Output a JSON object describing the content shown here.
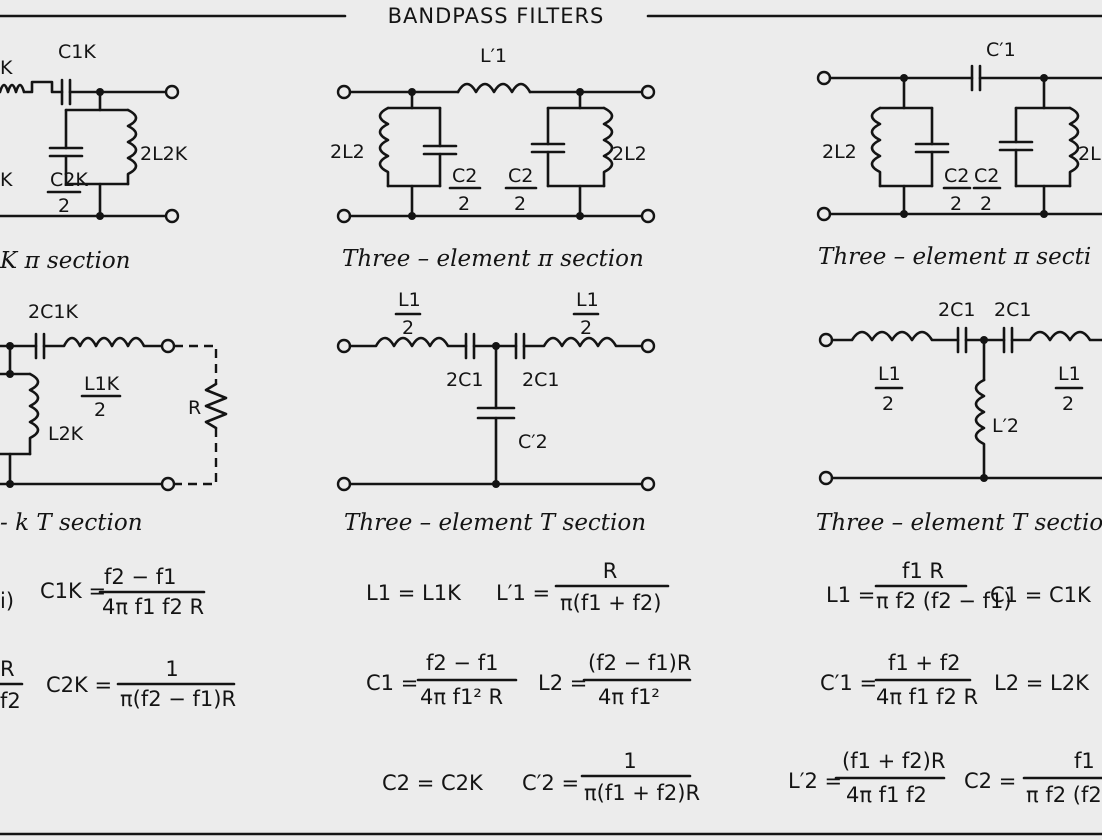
{
  "title": "BANDPASS FILTERS",
  "col1": {
    "pi_caption": "K π section",
    "pi_labels": {
      "c1": "C1K",
      "l1": "K",
      "c2": "C2K",
      "two": "2",
      "k": "K",
      "l2": "2L2K"
    },
    "t_caption": "- k  T section",
    "t_labels": {
      "c1": "2C1K",
      "l1": "L1K",
      "two": "2",
      "l2": "L2K",
      "r": "R"
    },
    "eq1_left": "i)",
    "eq1_lhs": "C1K =",
    "eq1_num": "f2 − f1",
    "eq1_den": "4π f1 f2 R",
    "eq2_left_top": "R",
    "eq2_left_bot": "f2",
    "eq2_lhs": "C2K =",
    "eq2_num": "1",
    "eq2_den": "π(f2 − f1)R"
  },
  "col2": {
    "pi_caption": "Three – element π section",
    "pi_labels": {
      "l1": "L′1",
      "l2": "2L2",
      "c2": "C2",
      "two": "2",
      "l2r": "2L2"
    },
    "t_caption": "Three – element T section",
    "t_labels": {
      "l1": "L1",
      "two": "2",
      "c1": "2C1",
      "c2": "C′2"
    },
    "eq1_a": "L1 = L1K",
    "eq1_lhs": "L′1 =",
    "eq1_num": "R",
    "eq1_den": "π(f1 + f2)",
    "eq2_lhs": "C1 =",
    "eq2_num": "f2 − f1",
    "eq2_den": "4π f1² R",
    "eq2_lhs2": "L2 =",
    "eq2_num2": "(f2 − f1)R",
    "eq2_den2": "4π f1²",
    "eq3_lhs": "C2 = C2K",
    "eq3_lhs2": "C′2 =",
    "eq3_num": "1",
    "eq3_den": "π(f1 + f2)R"
  },
  "col3": {
    "pi_caption": "Three – element π secti",
    "pi_labels": {
      "c1": "C′1",
      "l2": "2L2",
      "c2": "C2",
      "two": "2",
      "l2r": "2L"
    },
    "t_caption": "Three – element T sectio",
    "t_labels": {
      "c1": "2C1",
      "l1": "L1",
      "two": "2",
      "l2": "L′2"
    },
    "eq1_lhs": "L1 =",
    "eq1_num": "f1 R",
    "eq1_den": "π f2 (f2 − f1)",
    "eq1_tail": "C1 = C1K",
    "eq2_lhs": "C′1 =",
    "eq2_num": "f1 + f2",
    "eq2_den": "4π f1 f2 R",
    "eq2_tail": "L2 = L2K",
    "eq3_lhs": "L′2 =",
    "eq3_num": "(f1 + f2)R",
    "eq3_den": "4π f1 f2",
    "eq3_lhs2": "C2 =",
    "eq3_num2": "f1",
    "eq3_den2": "π f2 (f2 −"
  }
}
